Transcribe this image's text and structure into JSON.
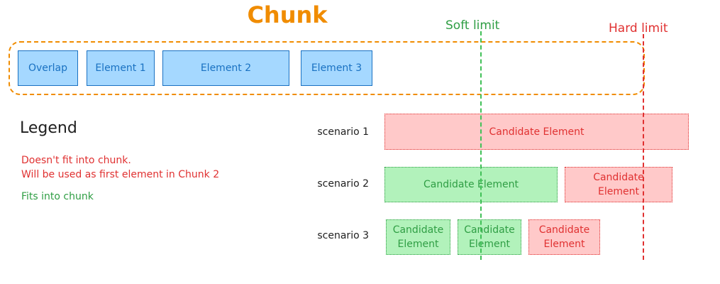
{
  "title": "Chunk",
  "soft_limit": "Soft limit",
  "hard_limit": "Hard limit",
  "chunk_elements": [
    "Overlap",
    "Element 1",
    "Element 2",
    "Element 3"
  ],
  "legend": {
    "title": "Legend",
    "red_line1": "Doesn't fit into chunk.",
    "red_line2": "Will be used as first element in Chunk 2",
    "green": "Fits into chunk"
  },
  "scenarios": [
    {
      "label": "scenario 1",
      "elements": [
        {
          "text": "Candidate Element",
          "fits": false
        }
      ]
    },
    {
      "label": "scenario 2",
      "elements": [
        {
          "text": "Candidate Element",
          "fits": true
        },
        {
          "text": "Candidate Element",
          "fits": false
        }
      ]
    },
    {
      "label": "scenario 3",
      "elements": [
        {
          "text": "Candidate Element",
          "fits": true
        },
        {
          "text": "Candidate Element",
          "fits": true
        },
        {
          "text": "Candidate Element",
          "fits": false
        }
      ]
    }
  ],
  "colors": {
    "orange": "#f08c00",
    "blue": "#1971c2",
    "green": "#2f9e44",
    "red": "#e03131"
  }
}
